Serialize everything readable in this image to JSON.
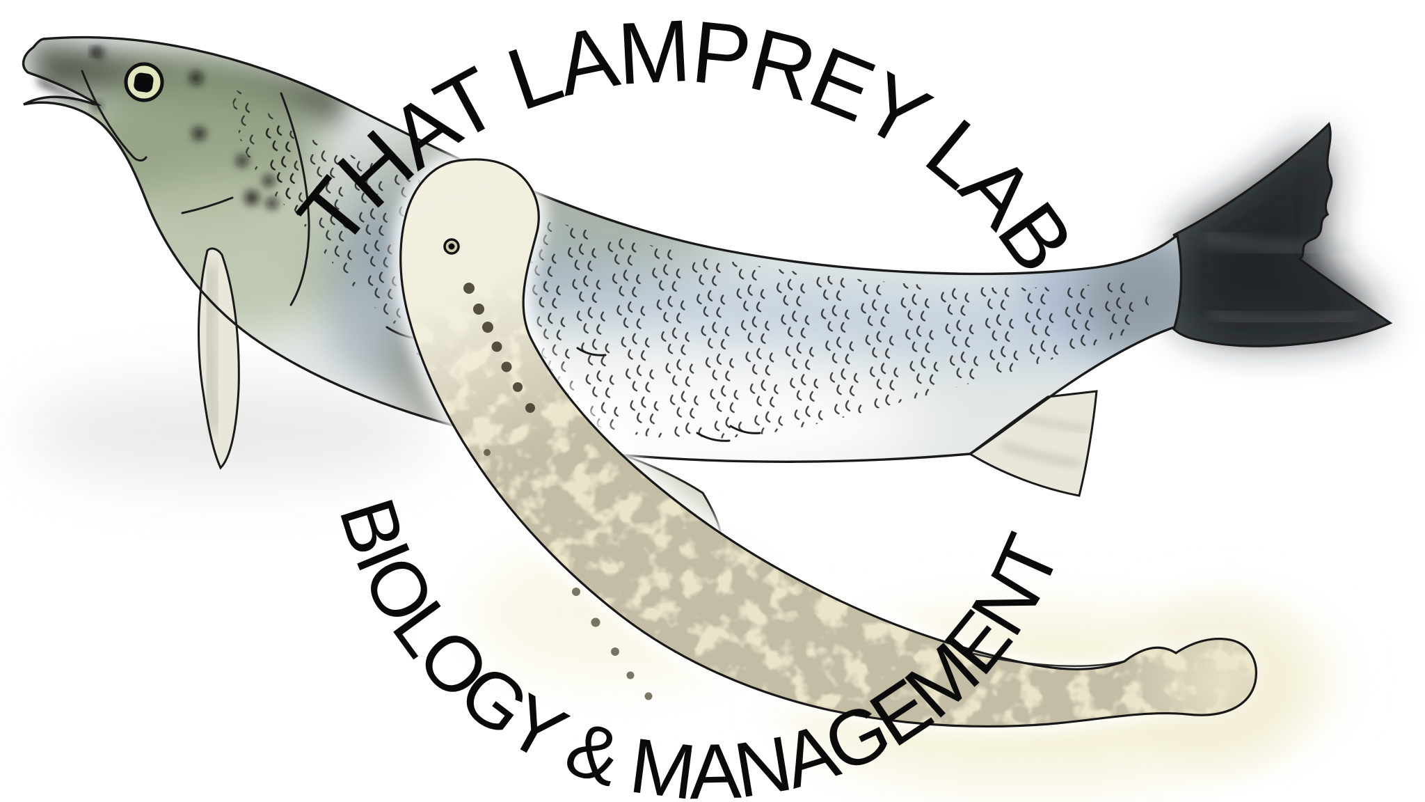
{
  "logo": {
    "title_top": "THAT LAMPREY LAB",
    "title_bottom": "BIOLOGY & MANAGEMENT",
    "text_color": "#0a0a0a",
    "background_color": "#ffffff",
    "illustration": {
      "subject": "sea lamprey attached to lake trout",
      "fish_outline_color": "#1a1a1a",
      "fish_body_color": "#e4e9e6",
      "fish_head_dark_color": "#555c50",
      "fish_cheek_green_color": "#8f9d7e",
      "fish_lateral_blue_color": "#9cb2d6",
      "fish_tail_color": "#313638",
      "fish_eye_ring_color": "#e2e6bf",
      "fish_eye_pupil_color": "#0a0a0a",
      "fin_pale_color": "#e8e7da",
      "lamprey_olive_color": "#8b8261",
      "lamprey_cream_color": "#eae5c9",
      "lamprey_head_color": "#f3f0e0",
      "glow_color": "#f2edcb"
    }
  }
}
